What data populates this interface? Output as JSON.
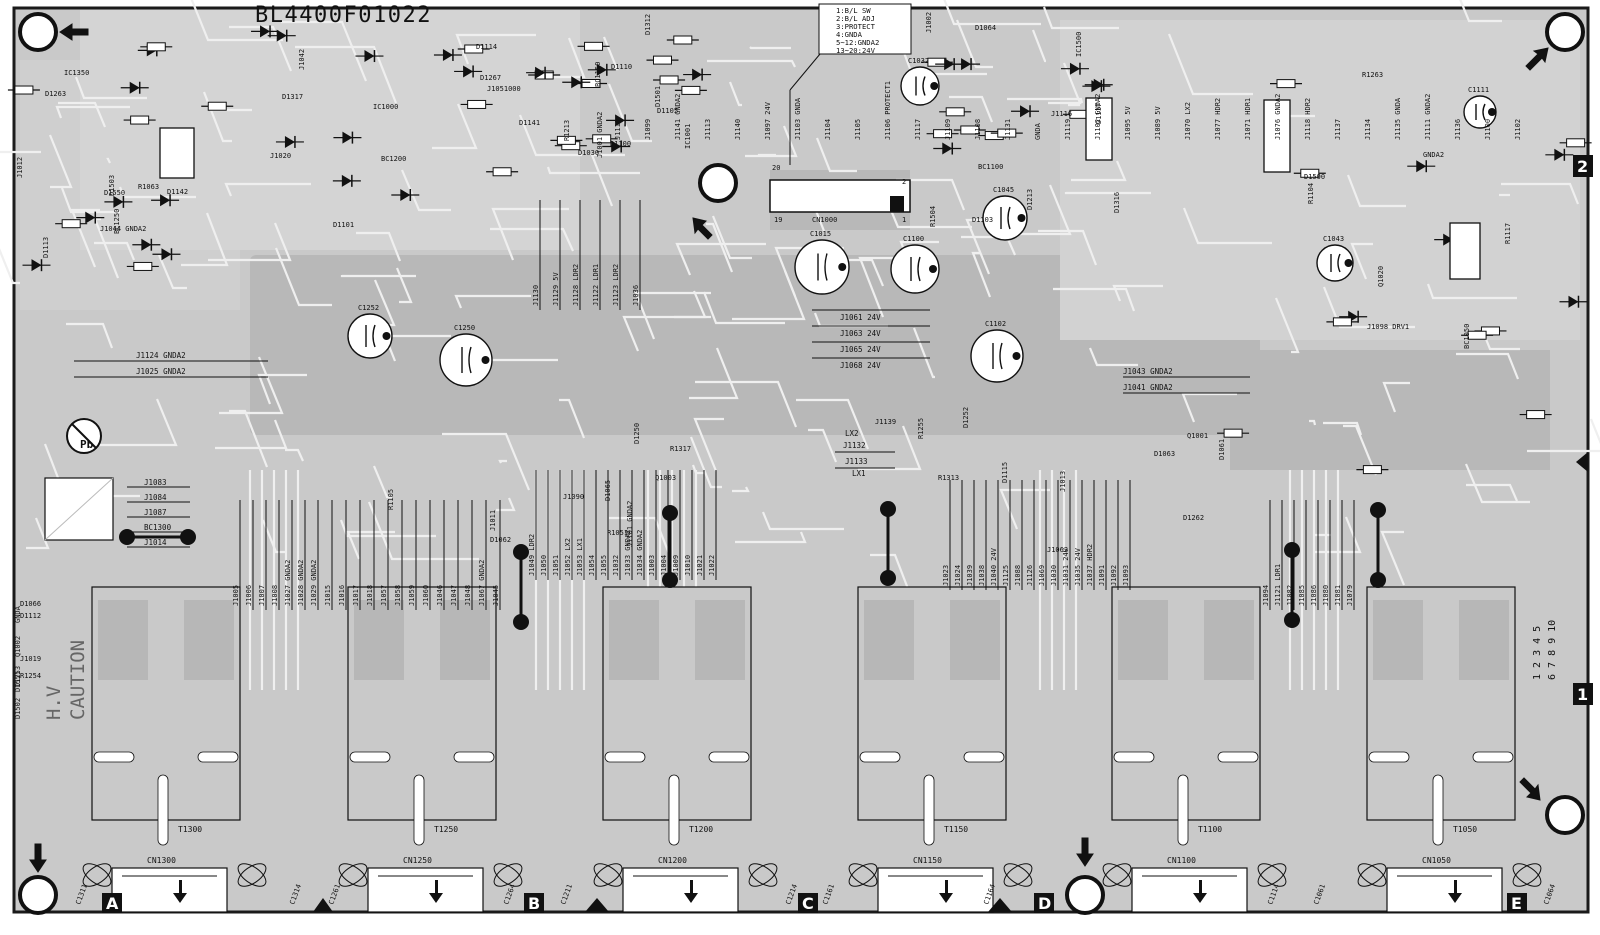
{
  "board": {
    "part_number": "BL4400F01022",
    "caution_line1": "H.V",
    "caution_line2": "CAUTION",
    "pb_free_symbol": "Pb"
  },
  "connector_pinout": {
    "lines": [
      "1:B/L SW",
      "2:B/L ADJ",
      "3:PROTECT",
      "4:GNDA",
      "5~12:GNDA2",
      "13~20:24V"
    ]
  },
  "section_markers": [
    "A",
    "B",
    "C",
    "D",
    "E"
  ],
  "side_markers": [
    "2",
    "1"
  ],
  "cn1000": {
    "label": "CN1000",
    "pin_left": "19",
    "pin_right": "1",
    "pin_top_left": "20",
    "pin_top_right": "2"
  },
  "transformers": [
    {
      "label": "T1300",
      "connector": "CN1300"
    },
    {
      "label": "T1250",
      "connector": "CN1250"
    },
    {
      "label": "T1200",
      "connector": "CN1200"
    },
    {
      "label": "T1150",
      "connector": "CN1150"
    },
    {
      "label": "T1100",
      "connector": "CN1100"
    },
    {
      "label": "T1050",
      "connector": "CN1050"
    }
  ],
  "right_pin_numbers": {
    "row1": "1 2 3 4 5",
    "row2": "6 7 8 9 10"
  },
  "capacitors": [
    {
      "label": "C1015"
    },
    {
      "label": "C1100"
    },
    {
      "label": "C1250"
    },
    {
      "label": "C1102"
    },
    {
      "label": "C1252"
    },
    {
      "label": "C1032"
    },
    {
      "label": "C1045"
    },
    {
      "label": "C1043"
    },
    {
      "label": "C1111"
    }
  ],
  "bottom_caps": [
    "C1311",
    "C1314",
    "C1261",
    "C1264",
    "C1211",
    "C1214",
    "C1161",
    "C1164",
    "C1114",
    "C1061",
    "C1064"
  ],
  "jumper_rows": [
    {
      "label": "J1061 24V"
    },
    {
      "label": "J1063 24V"
    },
    {
      "label": "J1065 24V"
    },
    {
      "label": "J1068 24V"
    }
  ],
  "left_rows": [
    {
      "label": "J1124 GNDA2"
    },
    {
      "label": "J1025 GNDA2"
    }
  ],
  "right_rows": [
    {
      "label": "J1043 GNDA2"
    },
    {
      "label": "J1041 GNDA2"
    }
  ],
  "left_box_rows": [
    "J1083",
    "J1084",
    "J1087",
    "BC1300",
    "J1014"
  ],
  "lx_labels": [
    "LX2",
    "J1132",
    "J1133",
    "LX1"
  ],
  "misc_labels": [
    {
      "t": "IC1350"
    },
    {
      "t": "IC1000"
    },
    {
      "t": "IC1001"
    },
    {
      "t": "IC1500"
    },
    {
      "t": "Q1020"
    },
    {
      "t": "Q1003"
    },
    {
      "t": "Q1001"
    },
    {
      "t": "Q1002"
    },
    {
      "t": "D1263"
    },
    {
      "t": "D1317"
    },
    {
      "t": "D1312"
    },
    {
      "t": "D1316"
    },
    {
      "t": "R1263"
    },
    {
      "t": "R1317"
    },
    {
      "t": "R1313"
    },
    {
      "t": "D1551"
    },
    {
      "t": "D1550"
    },
    {
      "t": "D1267"
    },
    {
      "t": "R1213"
    },
    {
      "t": "D1213"
    },
    {
      "t": "J1098 DRV1"
    },
    {
      "t": "J1090"
    },
    {
      "t": "J1139"
    },
    {
      "t": "D1502"
    },
    {
      "t": "D1503"
    },
    {
      "t": "D1141"
    },
    {
      "t": "D1501"
    },
    {
      "t": "D1117"
    },
    {
      "t": "R1117"
    },
    {
      "t": "D1062"
    },
    {
      "t": "D1063"
    },
    {
      "t": "D1066"
    },
    {
      "t": "R1063"
    },
    {
      "t": "J1051000"
    },
    {
      "t": "D1105"
    },
    {
      "t": "D1064"
    },
    {
      "t": "D1061"
    },
    {
      "t": "D1065"
    },
    {
      "t": "D1115"
    },
    {
      "t": "D1112"
    },
    {
      "t": "D1113"
    },
    {
      "t": "D1114"
    },
    {
      "t": "D1110"
    },
    {
      "t": "R1504"
    },
    {
      "t": "D1500"
    },
    {
      "t": "R1051"
    },
    {
      "t": "J1062"
    },
    {
      "t": "GNDA"
    },
    {
      "t": "J1044 GNDA2"
    },
    {
      "t": "J1042"
    },
    {
      "t": "D1030"
    },
    {
      "t": "J1116"
    },
    {
      "t": "D1262"
    },
    {
      "t": "D1250"
    },
    {
      "t": "D1252"
    },
    {
      "t": "D1253"
    },
    {
      "t": "D1142"
    },
    {
      "t": "D1101"
    },
    {
      "t": "D1100"
    },
    {
      "t": "D1103"
    },
    {
      "t": "R1104"
    },
    {
      "t": "R1105"
    },
    {
      "t": "R1255"
    },
    {
      "t": "R1254"
    },
    {
      "t": "BC1250"
    },
    {
      "t": "BC1200"
    },
    {
      "t": "BC1150"
    },
    {
      "t": "BC1100"
    },
    {
      "t": "BC1050"
    },
    {
      "t": "J1011"
    },
    {
      "t": "J1013"
    },
    {
      "t": "J1019"
    },
    {
      "t": "J1012"
    },
    {
      "t": "J1020"
    },
    {
      "t": "J1001 GNDA2"
    },
    {
      "t": "J1002"
    },
    {
      "t": "GNDA2"
    },
    {
      "t": "J1101 GNDA2"
    }
  ],
  "vertical_j_labels": [
    "J1005",
    "J1006",
    "J1007",
    "J1008",
    "J1027 GNDA2",
    "J1028 GNDA2",
    "J1029 GNDA2",
    "J1015",
    "J1016",
    "J1017",
    "J1018",
    "J1057",
    "J1058",
    "J1059",
    "J1060",
    "J1046",
    "J1047",
    "J1048",
    "J1067 GNDA2",
    "J1045",
    "J1049 LDR2",
    "J1050",
    "J1051",
    "J1052 LX2",
    "J1053 LX1",
    "J1054",
    "J1055",
    "J1032",
    "J1033 GNDA2",
    "J1034 GNDA2",
    "J1003",
    "J1004",
    "J1009",
    "J1010",
    "J1021",
    "J1022",
    "J1023",
    "J1024",
    "J1039",
    "J1038",
    "J1040 24V",
    "J1125",
    "J1088",
    "J1126",
    "J1069",
    "J1030",
    "J1031 24V",
    "J1035 24V",
    "J1037 HDR2",
    "J1091",
    "J1092",
    "J1093",
    "J1094",
    "J1121 LDR1",
    "J1082",
    "J1085",
    "J1086",
    "J1080",
    "J1081",
    "J1079",
    "J1130",
    "J1129 5V",
    "J1128 LDR2",
    "J1122 LDR1",
    "J1123 LDR2",
    "J1036"
  ],
  "top_strip_labels": [
    "J1110",
    "J1099",
    "J1141 GNDA2",
    "J1113",
    "J1140",
    "J1097 24V",
    "J1103 GNDA",
    "J1104",
    "J1105",
    "J1106 PROTECT1",
    "J1117",
    "J1109",
    "J1108",
    "J1131",
    "GNDA",
    "J1119",
    "J1102 GNDA2",
    "J1095 5V",
    "J1089 5V",
    "J1070 LX2",
    "J1077 HDR2",
    "J1071 HDR1",
    "J1076 GNDA2",
    "J1118 HDR2",
    "J1137",
    "J1134",
    "J1135 GNDA",
    "J1111 GNDA2",
    "J1136",
    "J1100",
    "J1102"
  ]
}
